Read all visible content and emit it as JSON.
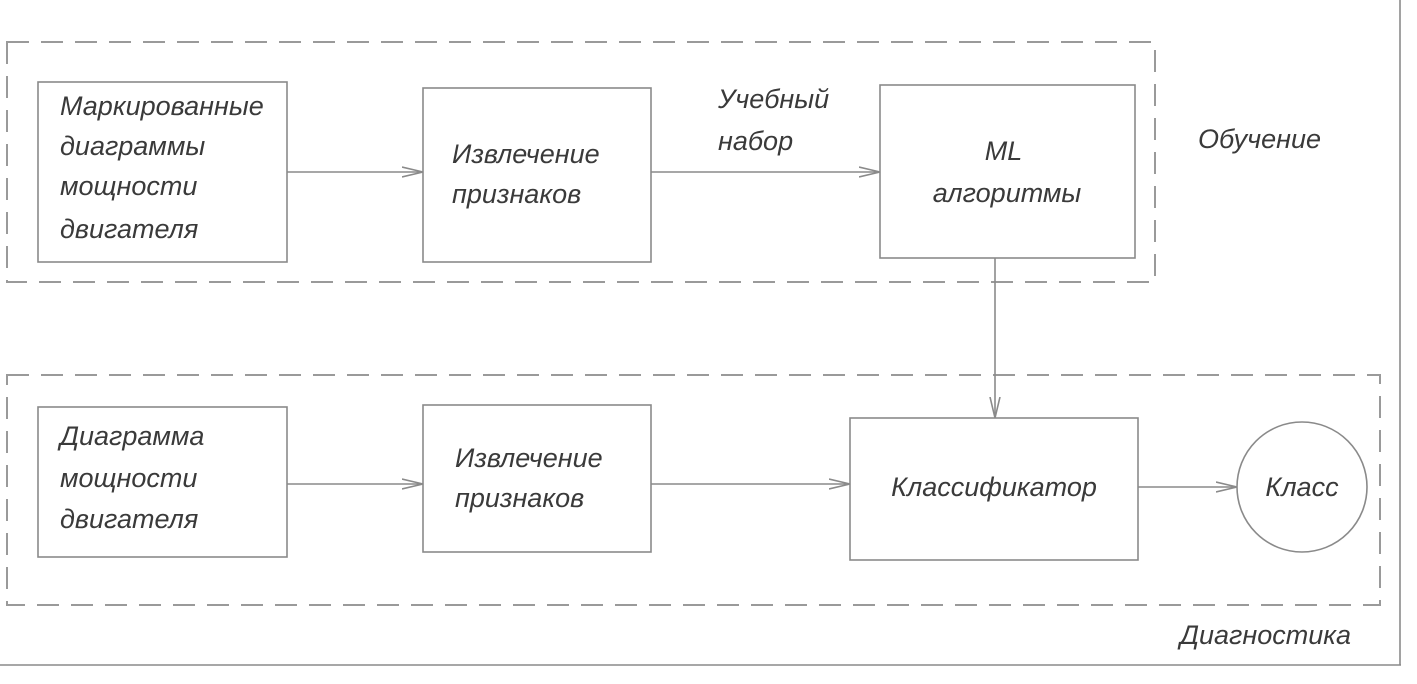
{
  "groups": {
    "training": {
      "label": "Обучение"
    },
    "diagnostics": {
      "label": "Диагностика"
    }
  },
  "blocks": {
    "labeled_diagrams": [
      "Маркированные",
      "диаграммы",
      "мощности",
      "двигателя"
    ],
    "feature_extraction_train": [
      "Извлечение",
      "признаков"
    ],
    "ml_algorithms": [
      "ML",
      "алгоритмы"
    ],
    "power_diagram": [
      "Диаграмма",
      "мощности",
      "двигателя"
    ],
    "feature_extraction_diag": [
      "Извлечение",
      "признаков"
    ],
    "classifier": [
      "Классификатор"
    ],
    "class": [
      "Класс"
    ]
  },
  "edges": {
    "training_set": [
      "Учебный",
      "набор"
    ]
  }
}
